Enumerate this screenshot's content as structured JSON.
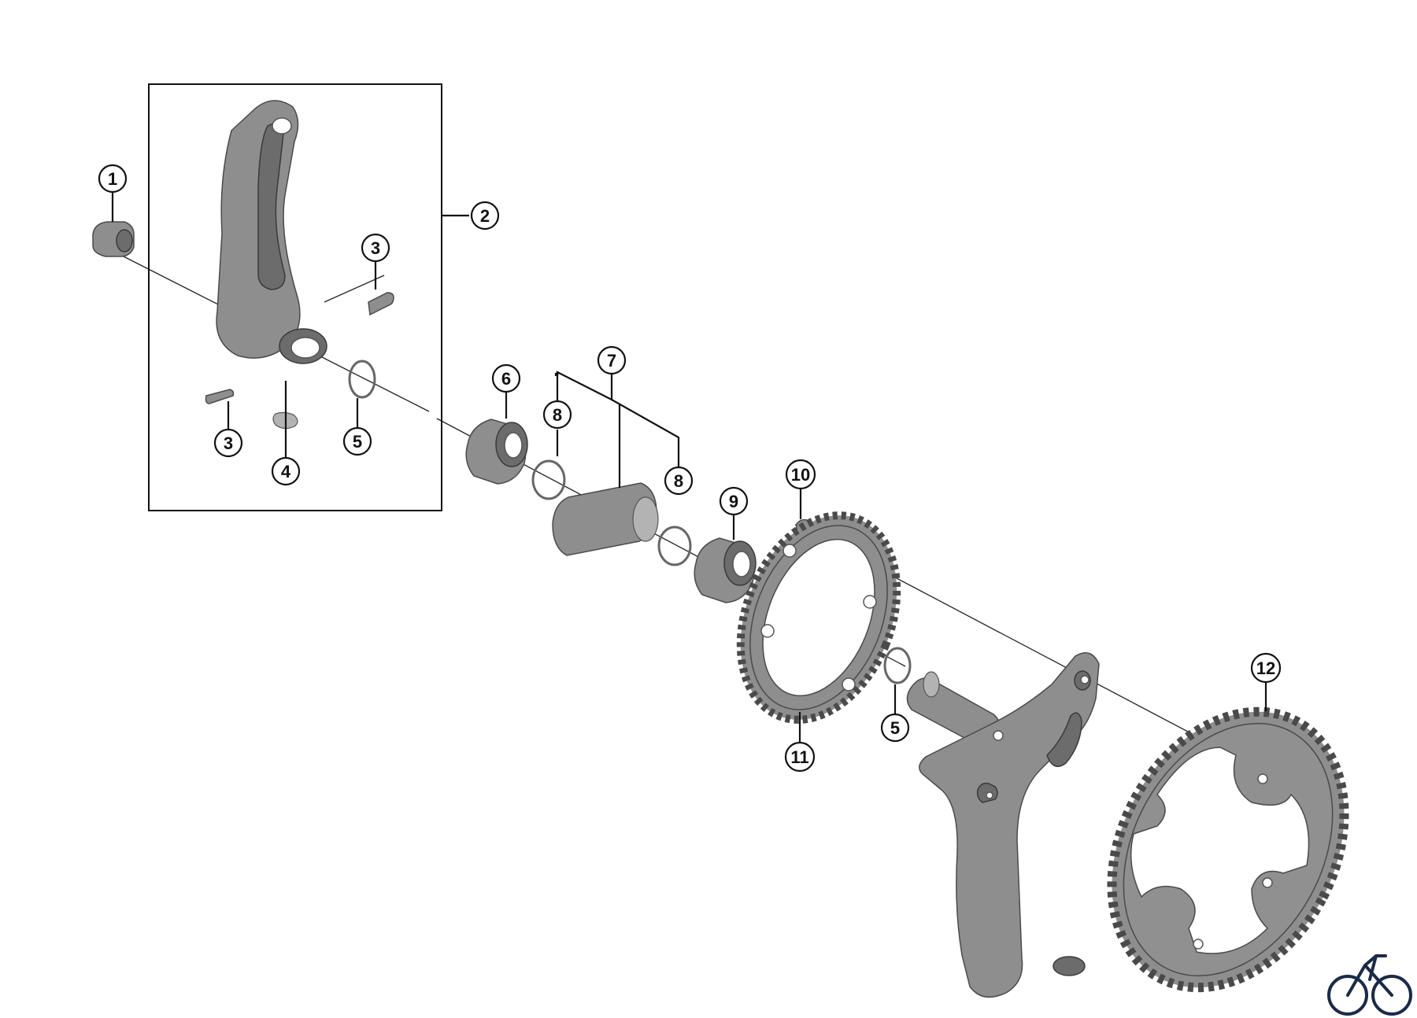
{
  "diagram": {
    "callouts": [
      {
        "id": "c1",
        "label": "1"
      },
      {
        "id": "c2",
        "label": "2"
      },
      {
        "id": "c3a",
        "label": "3"
      },
      {
        "id": "c3b",
        "label": "3"
      },
      {
        "id": "c4",
        "label": "4"
      },
      {
        "id": "c5a",
        "label": "5"
      },
      {
        "id": "c5b",
        "label": "5"
      },
      {
        "id": "c6",
        "label": "6"
      },
      {
        "id": "c7",
        "label": "7"
      },
      {
        "id": "c8a",
        "label": "8"
      },
      {
        "id": "c8b",
        "label": "8"
      },
      {
        "id": "c9",
        "label": "9"
      },
      {
        "id": "c10",
        "label": "10"
      },
      {
        "id": "c11",
        "label": "11"
      },
      {
        "id": "c12",
        "label": "12"
      }
    ],
    "parts": [
      {
        "id": "crank-cap",
        "name": "crank-arm-fixing-bolt-cap",
        "icon": "cap-icon"
      },
      {
        "id": "left-crank",
        "name": "left-crank-arm-unit",
        "icon": "crank-arm-icon"
      },
      {
        "id": "pinch-bolt",
        "name": "pinch-bolt",
        "icon": "bolt-icon"
      },
      {
        "id": "plate",
        "name": "stopper-plate",
        "icon": "plate-icon"
      },
      {
        "id": "o-ring",
        "name": "o-ring",
        "icon": "ring-icon"
      },
      {
        "id": "left-cup",
        "name": "left-bb-cup",
        "icon": "cup-icon"
      },
      {
        "id": "inner-cover",
        "name": "inner-cover",
        "icon": "sleeve-icon"
      },
      {
        "id": "spacer",
        "name": "bb-spacer",
        "icon": "ring-icon"
      },
      {
        "id": "right-cup",
        "name": "right-bb-cup",
        "icon": "cup-icon"
      },
      {
        "id": "chainring-bolt",
        "name": "chainring-bolt",
        "icon": "bolt-icon"
      },
      {
        "id": "small-chainring",
        "name": "small-chainring",
        "icon": "chainring-icon"
      },
      {
        "id": "large-chainring",
        "name": "large-chainring",
        "icon": "chainring-icon"
      }
    ],
    "colors": {
      "metal": "#8e8e8e",
      "line": "#111111",
      "logo": "#1a2a4a"
    },
    "logo_icon": "bicycle-logo-icon"
  }
}
